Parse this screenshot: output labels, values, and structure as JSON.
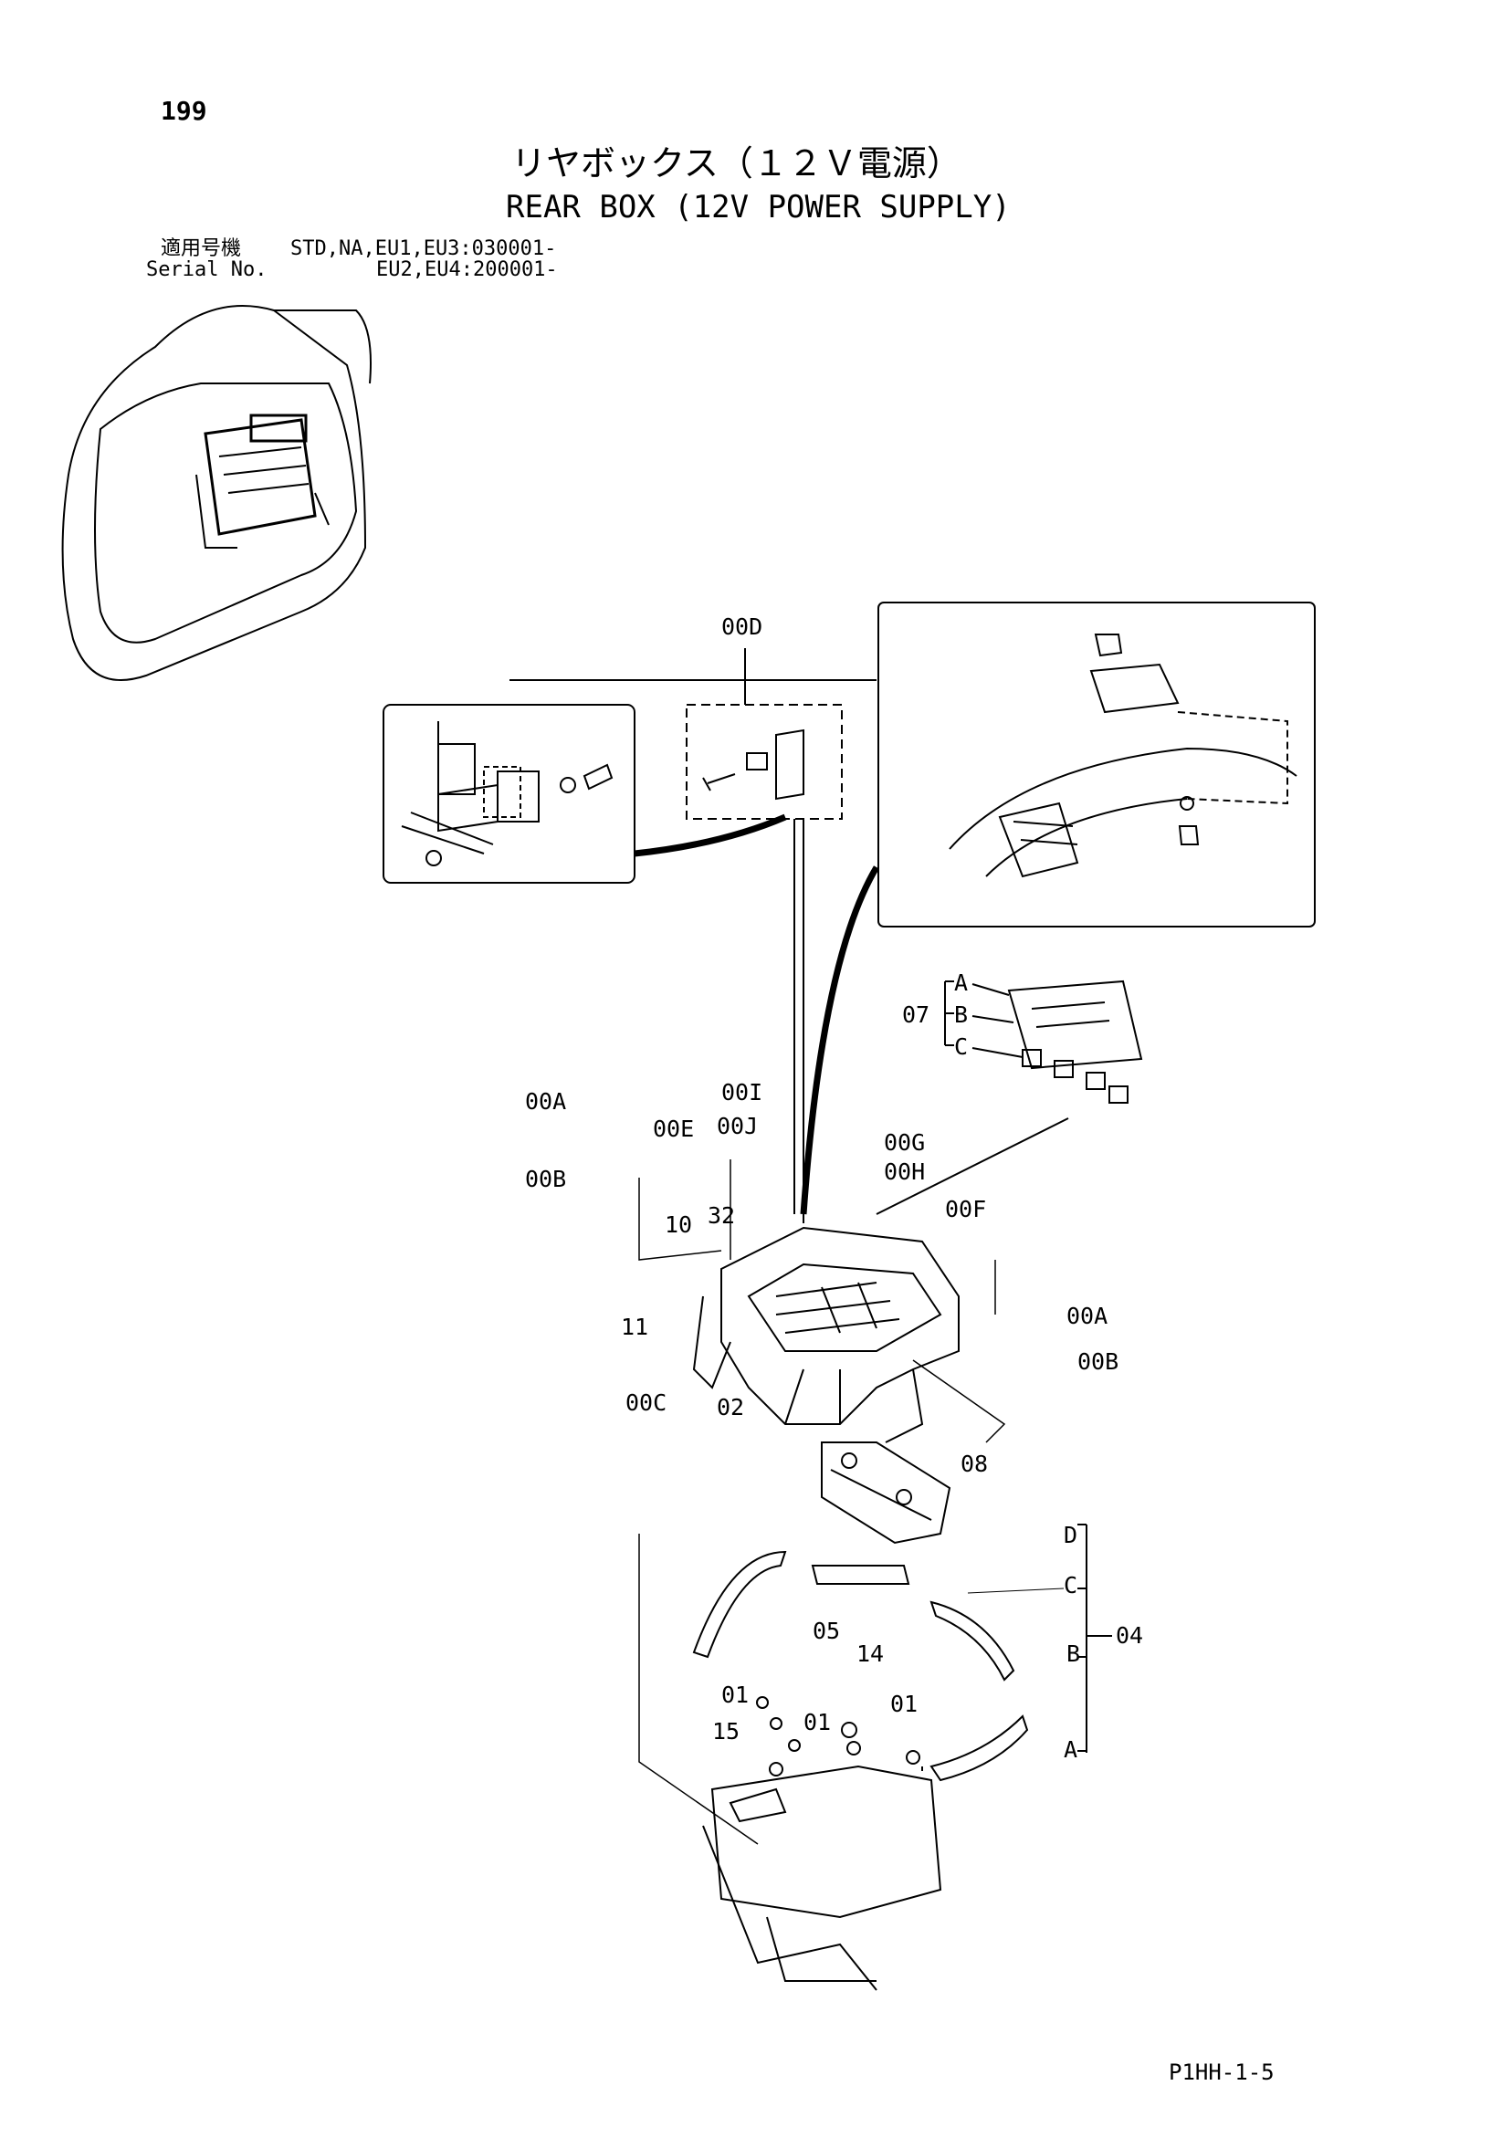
{
  "header": {
    "page_number": "199",
    "title_jp": "リヤボックス（１２Ｖ電源）",
    "title_en": "REAR BOX (12V POWER SUPPLY)",
    "applicable_label": "適用号機",
    "serial_label": "Serial No.",
    "serial_range_1": "STD,NA,EU1,EU3:030001-",
    "serial_range_2": "EU2,EU4:200001-"
  },
  "callouts": {
    "c00D": "00D",
    "c07": "07",
    "c07A": "A",
    "c07B": "B",
    "c07C": "C",
    "c00A_left": "00A",
    "c00B_left": "00B",
    "c00E": "00E",
    "c00I": "00I",
    "c00J": "00J",
    "c00G": "00G",
    "c00H": "00H",
    "c00F": "00F",
    "c10": "10",
    "c32": "32",
    "c11": "11",
    "c00A_right": "00A",
    "c00B_right": "00B",
    "c00C": "00C",
    "c02": "02",
    "c08": "08",
    "c04D": "D",
    "c04C": "C",
    "c04B": "B",
    "c04A": "A",
    "c04": "04",
    "c05": "05",
    "c14": "14",
    "c01a": "01",
    "c01b": "01",
    "c01c": "01",
    "c15": "15"
  },
  "footer": {
    "code": "P1HH-1-5"
  }
}
